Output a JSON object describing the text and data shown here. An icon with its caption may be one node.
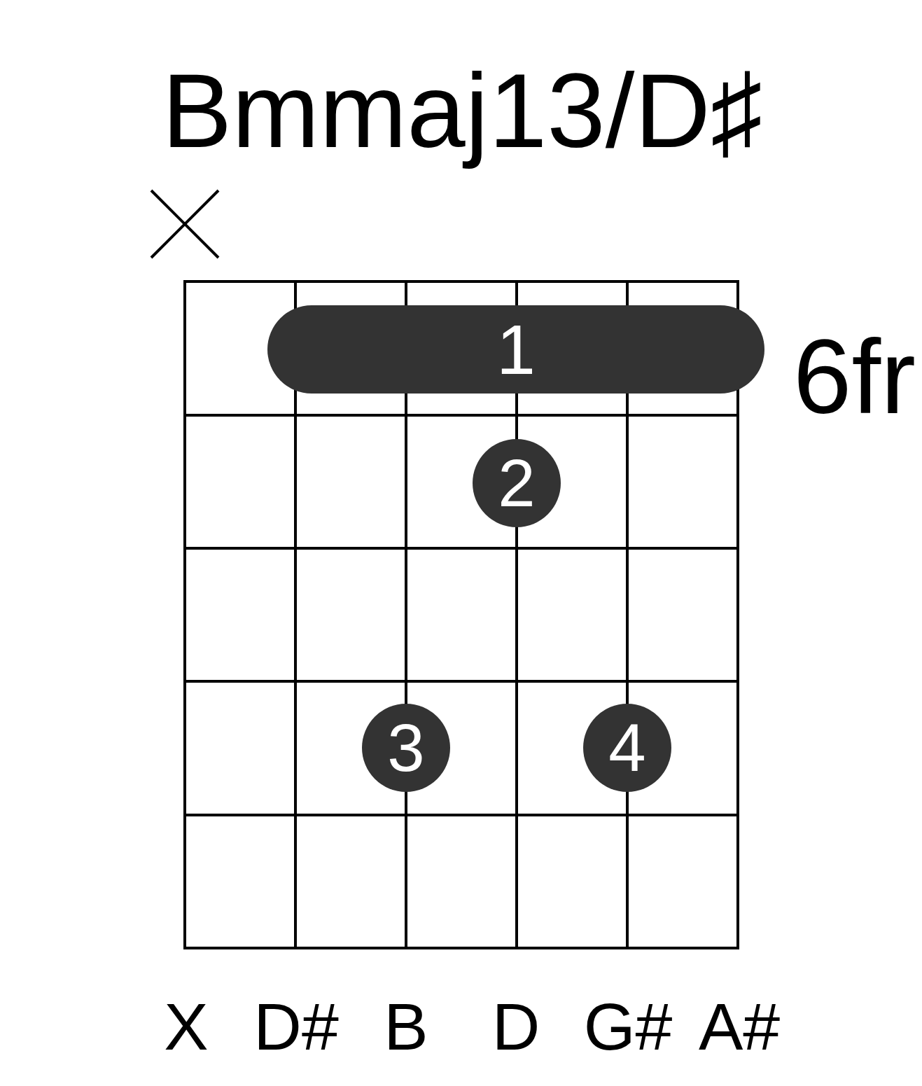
{
  "diagram": {
    "title": "Bmmaj13/D♯",
    "nodes": [
      {
        "text": [
          "1"
        ]
      },
      {
        "text": [
          "2"
        ]
      },
      {
        "text": [
          "3"
        ]
      },
      {
        "text": [
          "4"
        ]
      }
    ],
    "labels": [
      "6fr",
      "X",
      "D#",
      "B",
      "D",
      "G#",
      "A#"
    ]
  }
}
